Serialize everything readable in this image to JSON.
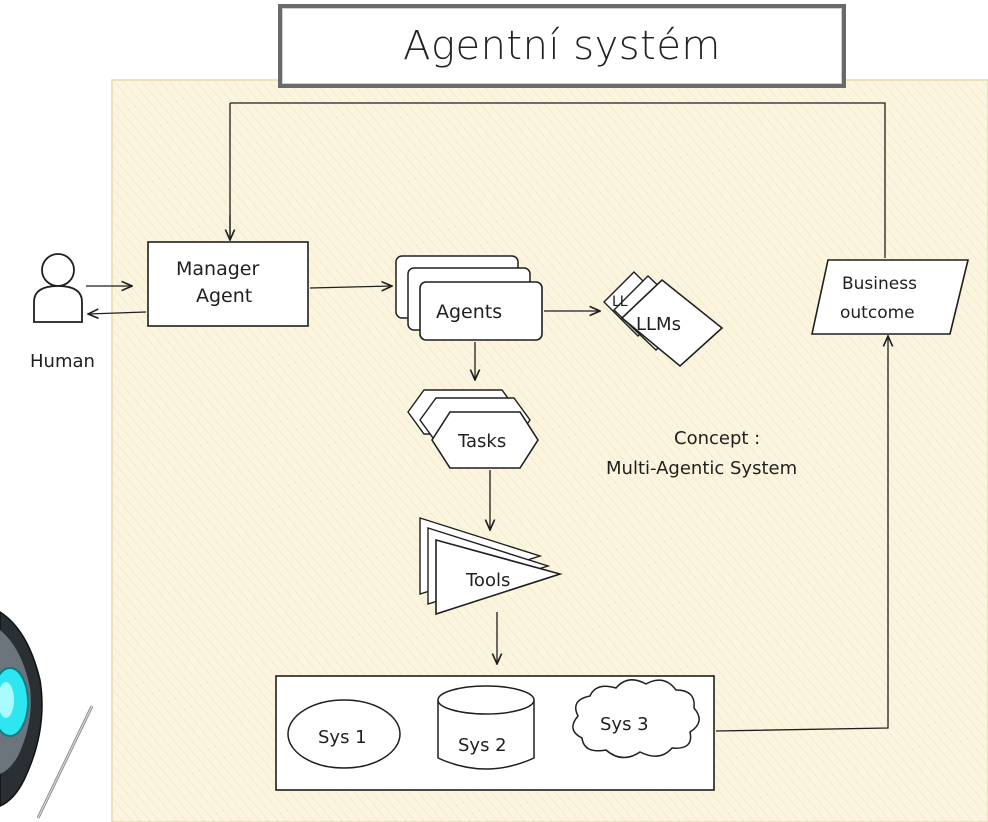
{
  "title": "Agentní systém",
  "nodes": {
    "human": "Human",
    "manager_line1": "Manager",
    "manager_line2": "Agent",
    "agents": "Agents",
    "llms_back": "LL",
    "llms": "LLMs",
    "tasks": "Tasks",
    "tools": "Tools",
    "business_line1": "Business",
    "business_line2": "outcome",
    "sys1": "Sys 1",
    "sys2": "Sys 2",
    "sys3": "Sys 3"
  },
  "concept": {
    "line1": "Concept :",
    "line2": "Multi-Agentic System"
  },
  "colors": {
    "panel": "#fbf5df",
    "hatch": "#efe2b8",
    "panel_border": "#e8d9a8",
    "ink": "#1f1f1f",
    "title_border": "#6a6a6a",
    "robot_glow": "#2ee6f0"
  }
}
